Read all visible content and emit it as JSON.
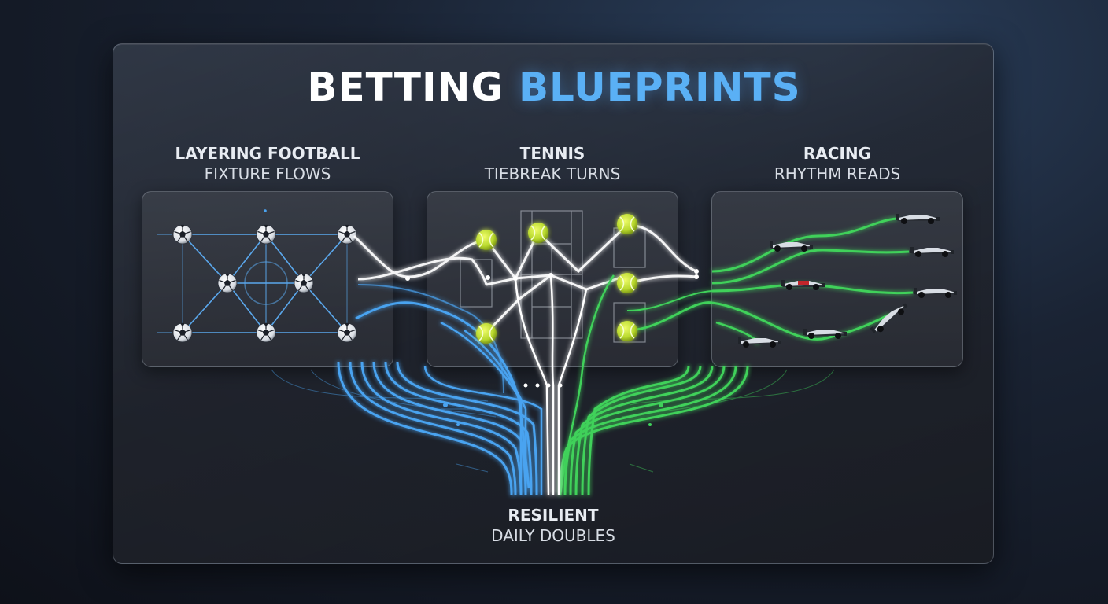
{
  "title": {
    "main": "BETTING",
    "accent": "BLUEPRINTS"
  },
  "sections": [
    {
      "line1": "LAYERING FOOTBALL",
      "line2": "FIXTURE FLOWS"
    },
    {
      "line1": "TENNIS",
      "line2": "TIEBREAK TURNS"
    },
    {
      "line1": "RACING",
      "line2": "RHYTHM READS"
    }
  ],
  "output": {
    "line1": "RESILIENT",
    "line2": "DAILY DOUBLES"
  },
  "colors": {
    "blue": "#4aa3f0",
    "green": "#3fd15a",
    "white": "#ffffff",
    "ball": "#c9e83a"
  },
  "icons": [
    "soccer-ball-icon",
    "tennis-ball-icon",
    "race-car-icon"
  ]
}
